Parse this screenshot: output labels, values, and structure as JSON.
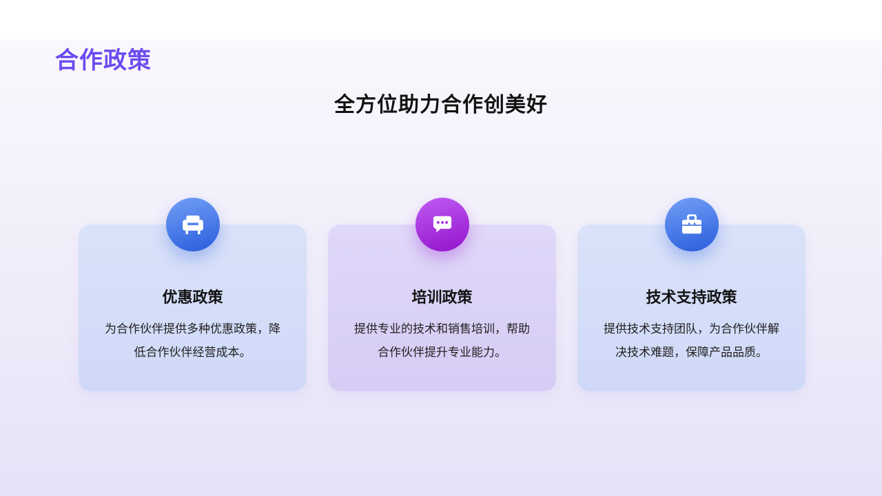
{
  "slide": {
    "eyebrow_title": "合作政策",
    "heading": "全方位助力合作创美好"
  },
  "cards": [
    {
      "icon": "sofa-icon",
      "title": "优惠政策",
      "body": "为合作伙伴提供多种优惠政策，降低合作伙伴经营成本。"
    },
    {
      "icon": "chat-dots-icon",
      "title": "培训政策",
      "body": "提供专业的技术和销售培训，帮助合作伙伴提升专业能力。"
    },
    {
      "icon": "briefcase-icon",
      "title": "技术支持政策",
      "body": "提供技术支持团队，为合作伙伴解决技术难题，保障产品品质。"
    }
  ],
  "colors": {
    "accent_purple_title": "#6c4af0",
    "heading_text": "#121212",
    "body_text": "#212121",
    "background_top": "#f9f8fd",
    "background_bottom": "#e6e2f8",
    "card_blue_top": "#dae2f9",
    "card_blue_bottom": "#cfd9f7",
    "card_lilac_top": "#e0d8f9",
    "card_lilac_bottom": "#d6ccf5",
    "icon_blue_from": "#6d9af4",
    "icon_blue_to": "#2f62de",
    "icon_purple_from": "#bc55f0",
    "icon_purple_to": "#9619ce"
  }
}
